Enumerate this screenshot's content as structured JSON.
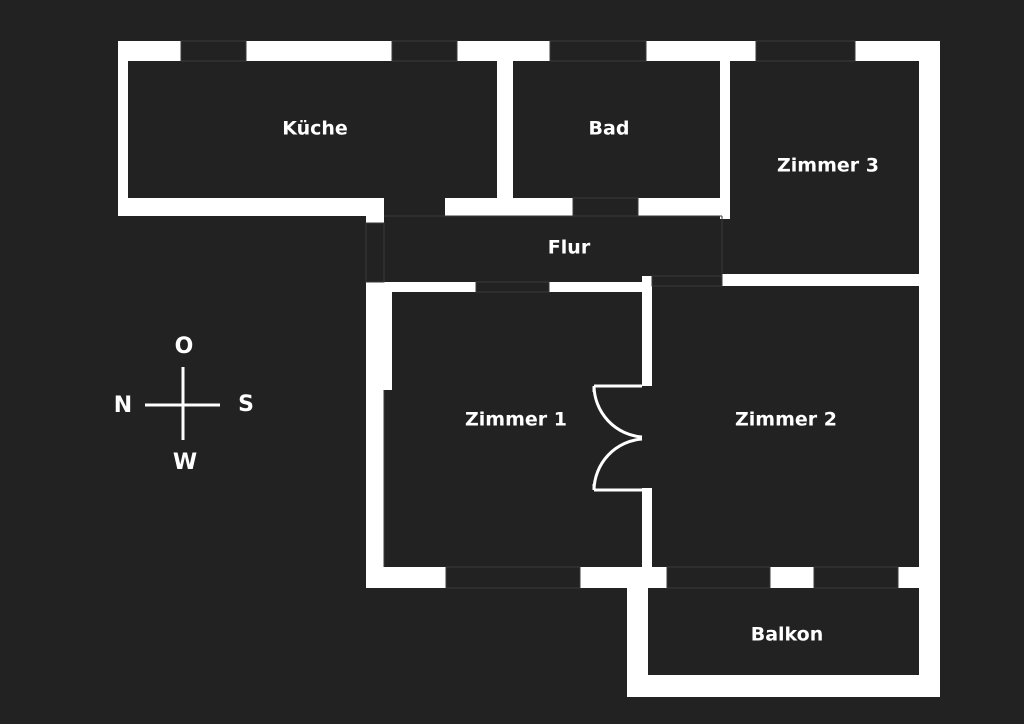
{
  "colors": {
    "background": "#222222",
    "walls": "#ffffff",
    "labels": "#ffffff",
    "openings": "#3a3a3a"
  },
  "rooms": {
    "kueche": "Küche",
    "bad": "Bad",
    "zimmer3": "Zimmer 3",
    "flur": "Flur",
    "zimmer1": "Zimmer 1",
    "zimmer2": "Zimmer 2",
    "balkon": "Balkon"
  },
  "compass": {
    "north": "N",
    "east": "O",
    "south": "S",
    "west": "W"
  }
}
